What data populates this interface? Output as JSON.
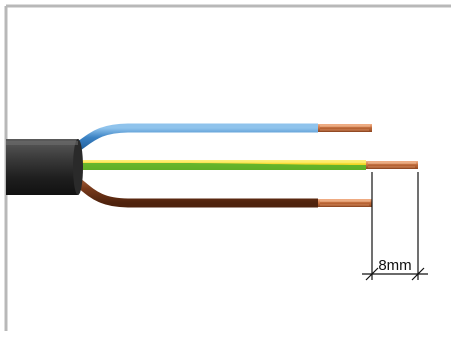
{
  "diagram": {
    "dimension": {
      "value": "8mm"
    },
    "wires": [
      {
        "name": "blue",
        "color": "#3b82c4"
      },
      {
        "name": "green-yellow",
        "color": "#f2d31a",
        "stripe_color": "#4caf2d"
      },
      {
        "name": "brown",
        "color": "#7a3b1c"
      }
    ],
    "cable_sheath_color": "#2b2b2b",
    "copper_color": "#c8703e",
    "border_color": "#b8b8b8"
  }
}
